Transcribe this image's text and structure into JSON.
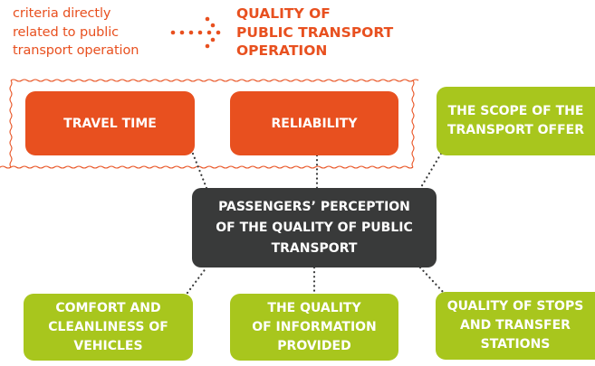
{
  "legend": {
    "note_lines": [
      "criteria directly",
      "related to public",
      "transport operation"
    ],
    "title_lines": [
      "QUALITY OF",
      "PUBLIC TRANSPORT",
      "OPERATION"
    ]
  },
  "center": {
    "label": "PASSENGERS’ PERCEPTION\nOF THE QUALITY OF PUBLIC\nTRANSPORT"
  },
  "operation_criteria": [
    {
      "label": "TRAVEL TIME"
    },
    {
      "label": "RELIABILITY"
    }
  ],
  "other_criteria": [
    {
      "label": "THE SCOPE OF THE\nTRANSPORT OFFER"
    },
    {
      "label": "COMFORT AND\nCLEANLINESS OF\nVEHICLES"
    },
    {
      "label": "THE QUALITY\nOF INFORMATION\nPROVIDED"
    },
    {
      "label": "QUALITY OF STOPS\nAND TRANSFER\nSTATIONS"
    }
  ],
  "colors": {
    "operation": "#e8501f",
    "other": "#a8c61d",
    "center": "#393a3a",
    "connector": "#393a3a"
  }
}
